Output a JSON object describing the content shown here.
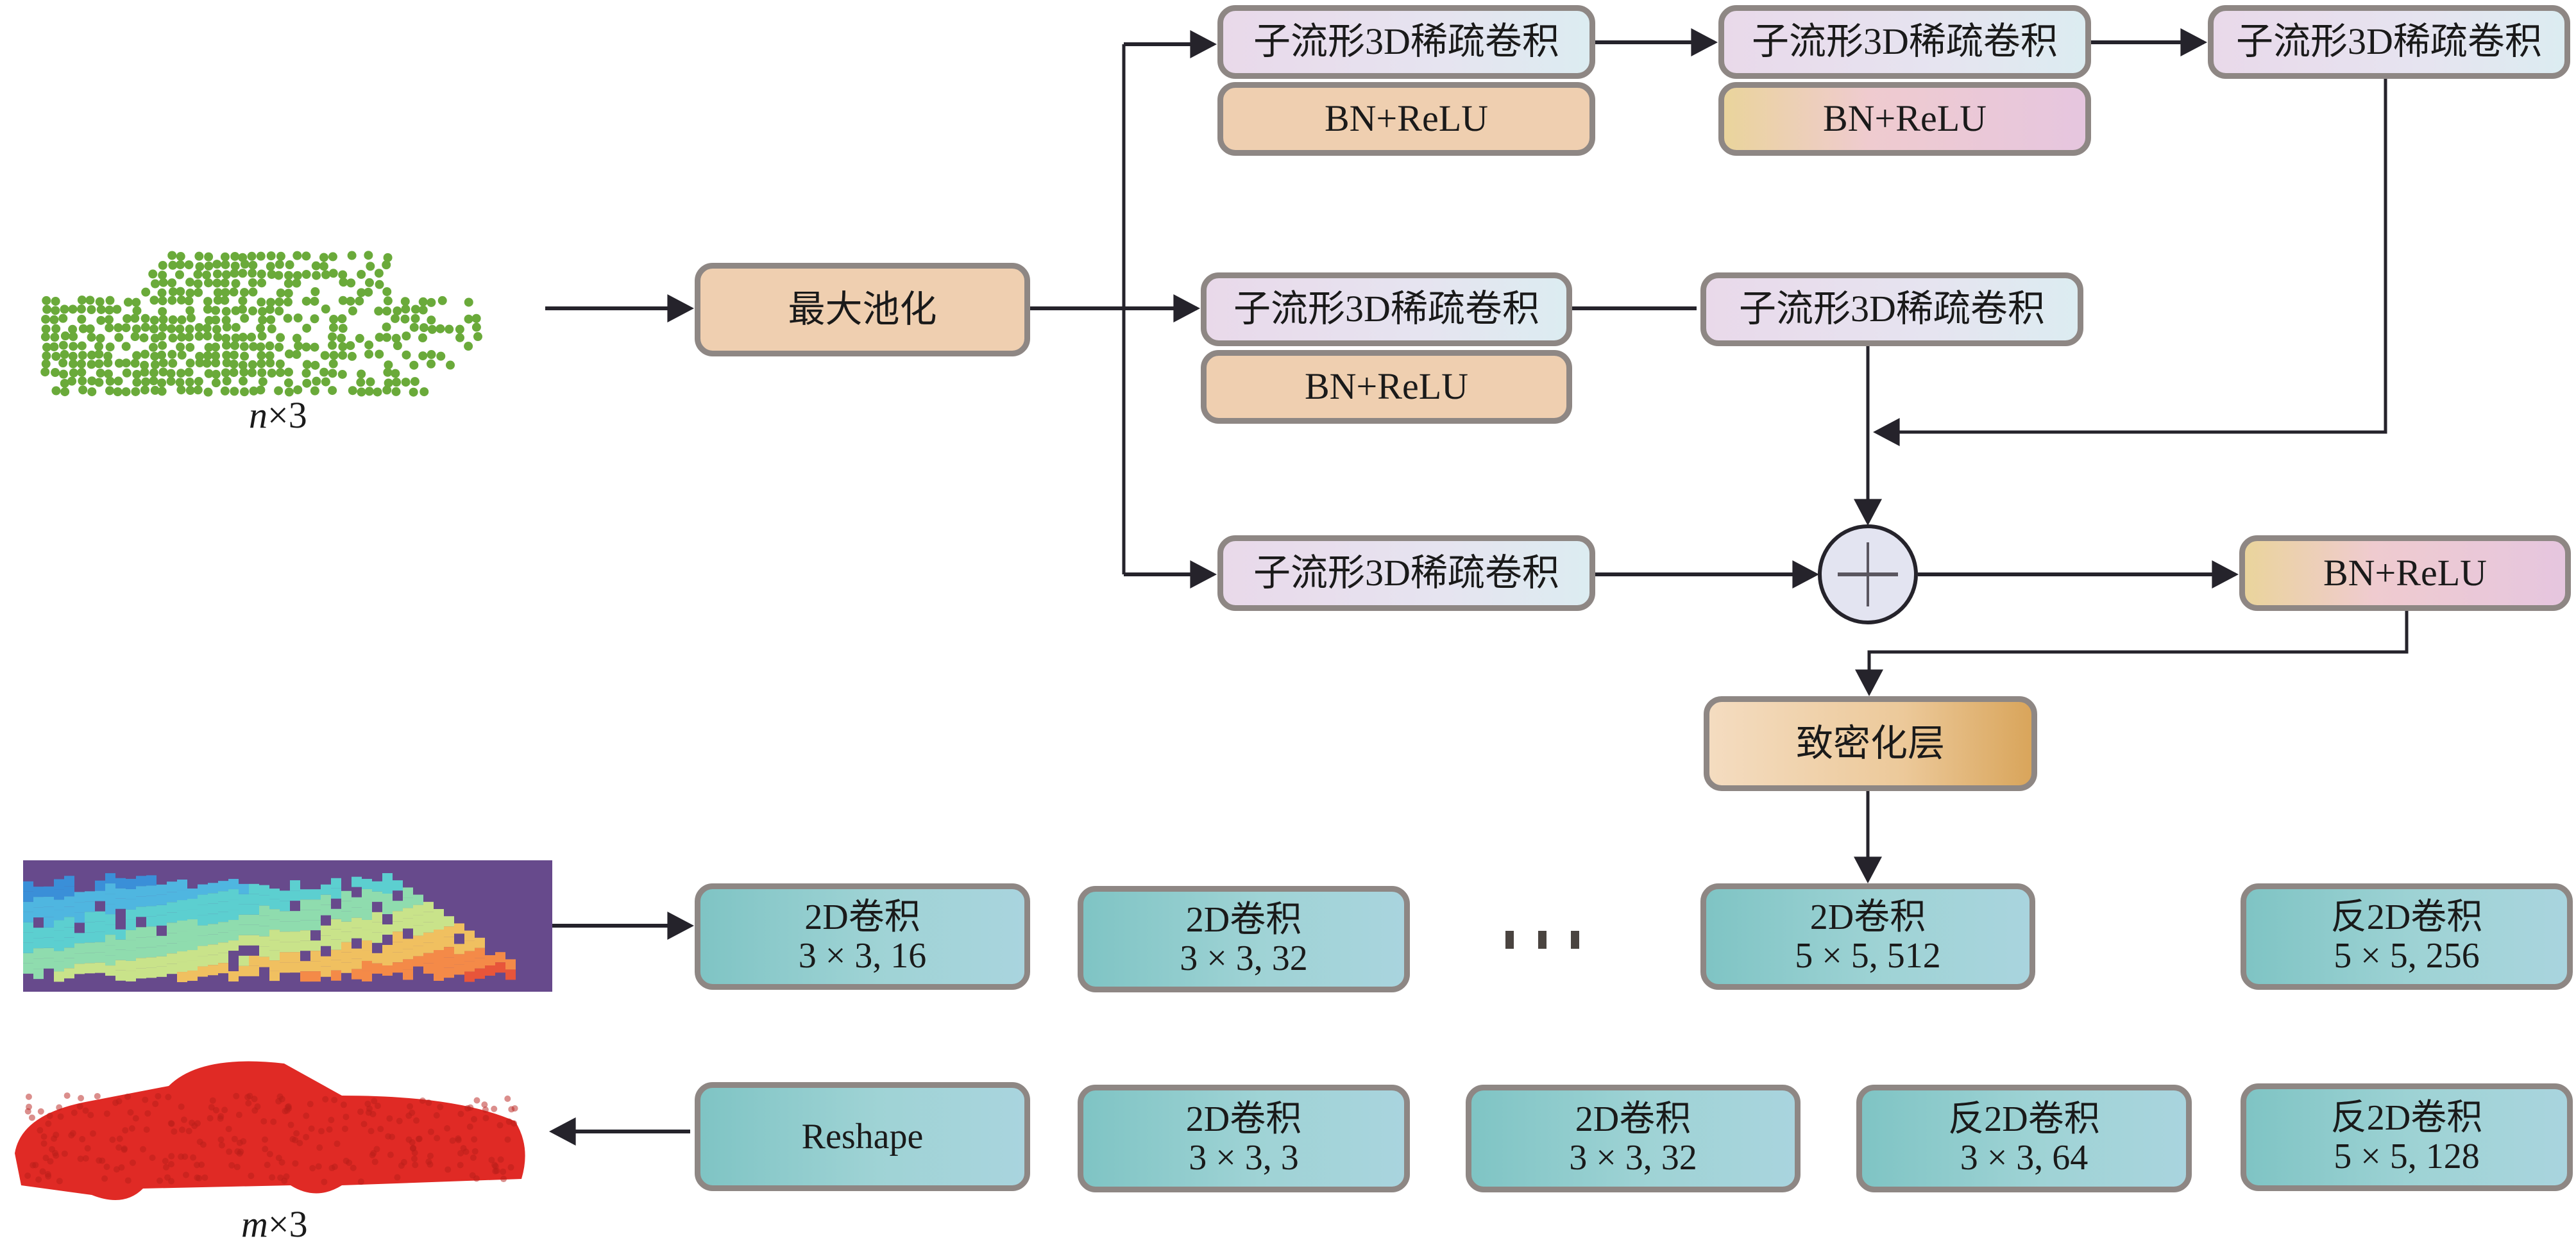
{
  "diagram": {
    "input": {
      "point_cloud_label_var": "n",
      "point_cloud_label_suffix": "×3",
      "point_cloud_color": "#6aaa3a"
    },
    "output": {
      "point_cloud_label_var": "m",
      "point_cloud_label_suffix": "×3",
      "point_cloud_color": "#e02a25"
    },
    "pool": {
      "label": "最大池化"
    },
    "branch_top": [
      {
        "conv": "子流形3D稀疏卷积",
        "bn": "BN+ReLU"
      },
      {
        "conv": "子流形3D稀疏卷积",
        "bn": "BN+ReLU"
      },
      {
        "conv": "子流形3D稀疏卷积"
      }
    ],
    "branch_middle": [
      {
        "conv": "子流形3D稀疏卷积",
        "bn": "BN+ReLU"
      },
      {
        "conv": "子流形3D稀疏卷积"
      }
    ],
    "branch_bottom": [
      {
        "conv": "子流形3D稀疏卷积"
      }
    ],
    "add_symbol": "+",
    "post_add_bn": "BN+ReLU",
    "densify": "致密化层",
    "encoder_row": [
      {
        "name": "2D卷积",
        "spec": "3 × 3, 16"
      },
      {
        "name": "2D卷积",
        "spec": "3 × 3, 32"
      },
      {
        "name": "2D卷积",
        "spec": "5 × 5, 512"
      },
      {
        "name": "反2D卷积",
        "spec": "5 × 5, 256"
      }
    ],
    "ellipsis": "…",
    "decoder_row": [
      {
        "name": "Reshape"
      },
      {
        "name": "2D卷积",
        "spec": "3 × 3, 3"
      },
      {
        "name": "2D卷积",
        "spec": "3 × 3, 32"
      },
      {
        "name": "反2D卷积",
        "spec": "3 × 3, 64"
      },
      {
        "name": "反2D卷积",
        "spec": "5 × 5, 128"
      }
    ],
    "colors": {
      "box_border": "#8e8784",
      "sparse_conv_fill": "#e9d9ea",
      "bn_fill": "#efcfb0",
      "conv2d_fill": "#8fcccc",
      "arrow": "#25232b",
      "heatmap_background": "#674a8c"
    }
  }
}
